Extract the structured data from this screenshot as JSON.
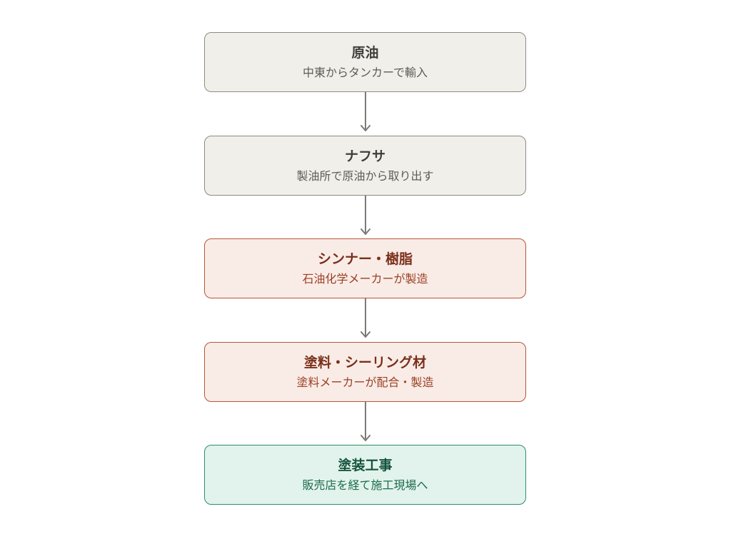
{
  "steps": [
    {
      "title": "原油",
      "subtitle": "中東からタンカーで輸入",
      "tone": "neutral"
    },
    {
      "title": "ナフサ",
      "subtitle": "製油所で原油から取り出す",
      "tone": "neutral"
    },
    {
      "title": "シンナー・樹脂",
      "subtitle": "石油化学メーカーが製造",
      "tone": "warm"
    },
    {
      "title": "塗料・シーリング材",
      "subtitle": "塗料メーカーが配合・製造",
      "tone": "warm"
    },
    {
      "title": "塗装工事",
      "subtitle": "販売店を経て施工現場へ",
      "tone": "green"
    }
  ],
  "colors": {
    "neutral_fill": "#f1efe9",
    "warm_fill": "#f9ece7",
    "green_fill": "#e1f3ec",
    "arrow": "#7b7a76"
  }
}
